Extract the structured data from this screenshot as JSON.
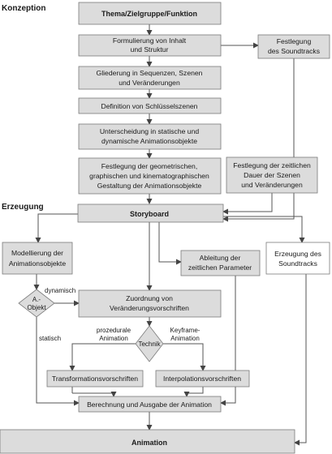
{
  "sections": {
    "konzeption": "Konzeption",
    "erzeugung": "Erzeugung"
  },
  "boxes": {
    "thema": [
      "Thema/Zielgruppe/Funktion"
    ],
    "formulierung": [
      "Formulierung von Inhalt",
      "und Struktur"
    ],
    "soundtrack_festlegung": [
      "Festlegung",
      "des Soundtracks"
    ],
    "gliederung": [
      "Gliederung in Sequenzen, Szenen",
      "und Veränderungen"
    ],
    "schluesselszenen": [
      "Definition von Schlüsselszenen"
    ],
    "unterscheidung": [
      "Unterscheidung in statische und",
      "dynamische Animationsobjekte"
    ],
    "festlegung_geometrie": [
      "Festlegung der geometrischen,",
      "graphischen und kinematographischen",
      "Gestaltung der Animationsobjekte"
    ],
    "festlegung_dauer": [
      "Festlegung der zeitlichen",
      "Dauer der Szenen",
      "und Veränderungen"
    ],
    "storyboard": [
      "Storyboard"
    ],
    "modellierung": [
      "Modellierung der",
      "Animationsobjekte"
    ],
    "ableitung": [
      "Ableitung der",
      "zeitlichen Parameter"
    ],
    "erzeugung_soundtrack": [
      "Erzeugung des",
      "Soundtracks"
    ],
    "zuordnung": [
      "Zuordnung von",
      "Veränderungsvorschriften"
    ],
    "transformation": [
      "Transformationsvorschriften"
    ],
    "interpolation": [
      "Interpolationsvorschriften"
    ],
    "berechnung": [
      "Berechnung und Ausgabe der Animation"
    ],
    "animation": [
      "Animation"
    ]
  },
  "decisions": {
    "objekt": [
      "A.-",
      "Objekt"
    ],
    "technik": [
      "Technik"
    ]
  },
  "edge_labels": {
    "dynamisch": "dynamisch",
    "statisch": "statisch",
    "prozedurale": [
      "prozedurale",
      "Animation"
    ],
    "keyframe": [
      "Keyframe-",
      "Animation"
    ]
  }
}
